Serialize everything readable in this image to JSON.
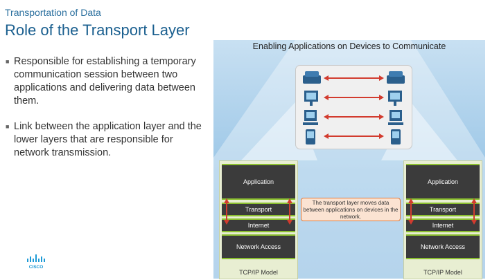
{
  "header": {
    "subtitle": "Transportation of Data",
    "title": "Role of the Transport Layer"
  },
  "bullets": [
    "Responsible for establishing a temporary communication session between two applications and delivering data between them.",
    "Link between the application layer and the lower layers that are responsible for network transmission."
  ],
  "diagram": {
    "title": "Enabling Applications on Devices to Communicate",
    "devices": [
      "ip-phone-icon",
      "desktop-computer-icon",
      "pc-tower-icon",
      "pda-icon"
    ],
    "stack_left": {
      "layers": [
        "Application",
        "Transport",
        "Internet",
        "Network Access"
      ],
      "model_label": "TCP/IP Model"
    },
    "stack_right": {
      "layers": [
        "Application",
        "Transport",
        "Internet",
        "Network Access"
      ],
      "model_label": "TCP/IP Model"
    },
    "callout": "The transport layer moves data between applications on devices in the network."
  },
  "colors": {
    "title_blue": "#1a5f8f",
    "callout_border": "#e07a3b",
    "arrow_red": "#d23b2e",
    "layer_dark": "#3b3b3b",
    "layer_green": "#8bbf2f"
  },
  "logo": "cisco-logo"
}
